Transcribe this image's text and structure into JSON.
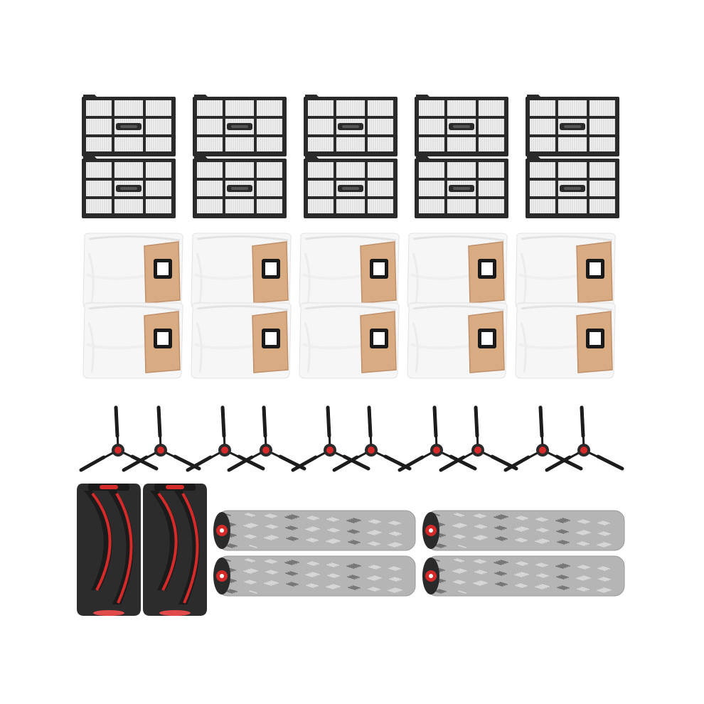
{
  "background": "#ffffff",
  "colors": {
    "filter_frame": "#2a2a2a",
    "filter_media": "#f2f2f2",
    "bag_body": "#f6f6f6",
    "bag_shadow": "#e3e3e3",
    "bag_tab": "#d9ab83",
    "bag_tab_edge": "#c0906a",
    "brush_arm": "#1c1c1c",
    "brush_hub": "#d42a2a",
    "roller_fur": "#b5b5b5",
    "roller_dark": "#6d6d6d",
    "roller_cap": "#d42a2a",
    "main_brush_body": "#2c2c2c",
    "main_brush_accent": "#d42a2a"
  },
  "products": {
    "hepa_filters": {
      "icon": "hepa-filter-icon",
      "count": 10,
      "columns": 5,
      "rows": 2
    },
    "dust_bags": {
      "icon": "dust-bag-icon",
      "count": 10,
      "columns": 5,
      "rows": 2
    },
    "side_brushes": {
      "icon": "side-brush-icon",
      "count": 10
    },
    "main_brushes": {
      "icon": "main-brush-icon",
      "count": 2
    },
    "roller_brushes": {
      "icon": "roller-brush-icon",
      "count": 4,
      "columns": 2,
      "rows": 2
    }
  }
}
